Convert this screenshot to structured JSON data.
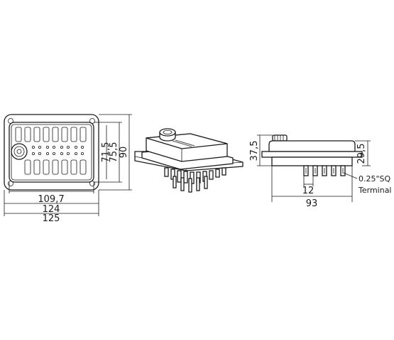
{
  "front_view": {
    "dim_inner_width": "109,7",
    "dim_mid_width": "124",
    "dim_outer_width": "125",
    "dim_inner_height": "71,5",
    "dim_mid_height": "75,5",
    "dim_outer_height": "90"
  },
  "side_view": {
    "dim_total_height": "37,5",
    "dim_body_height": "29,5",
    "dim_pitch": "12",
    "dim_length": "93",
    "terminal_label_line1": "0.25\"SQ",
    "terminal_label_line2": "Terminal"
  }
}
